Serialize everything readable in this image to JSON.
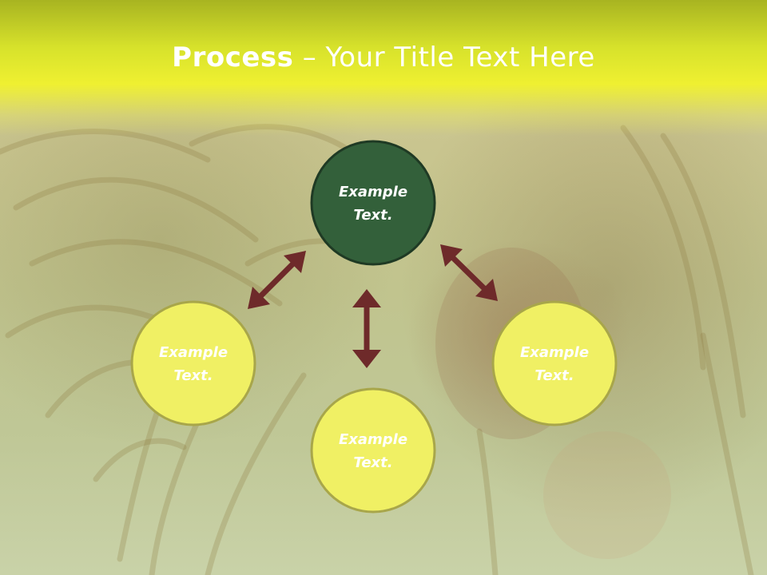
{
  "title": {
    "bold": "Process",
    "separator": " – ",
    "rest": "Your Title Text Here"
  },
  "nodes": [
    {
      "id": "top",
      "line1": "Example",
      "line2": "Text."
    },
    {
      "id": "left",
      "line1": "Example",
      "line2": "Text."
    },
    {
      "id": "bottom",
      "line1": "Example",
      "line2": "Text."
    },
    {
      "id": "right",
      "line1": "Example",
      "line2": "Text."
    }
  ],
  "colors": {
    "center_node": "#33603a",
    "outer_node": "#f0f064",
    "node_border": "#a8a64a",
    "arrow": "#6e2a2a",
    "node_text": "#ffffff"
  }
}
